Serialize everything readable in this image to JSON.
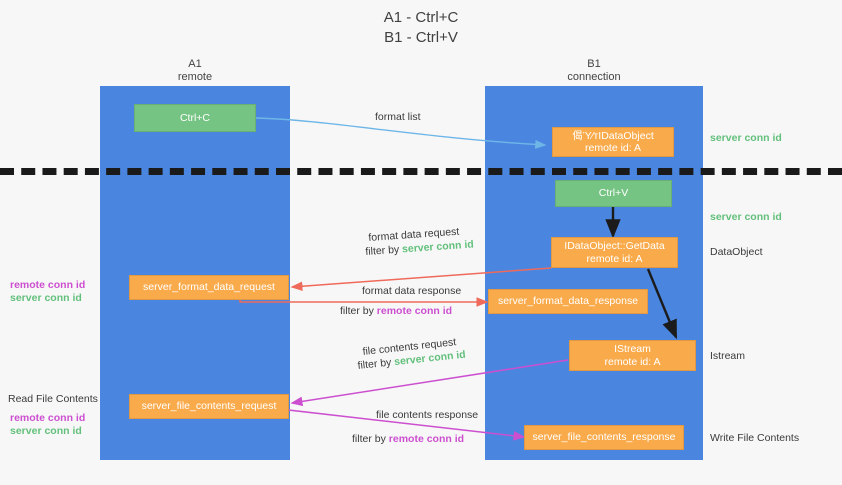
{
  "title": {
    "line1": "A1 - Ctrl+C",
    "line2": "B1 - Ctrl+V"
  },
  "lanes": [
    {
      "name": "A1",
      "sub": "remote",
      "color": "#4a86e0"
    },
    {
      "name": "B1",
      "sub": "connection",
      "color": "#4a86e0"
    }
  ],
  "nodes": {
    "ctrl_c": {
      "line1": "Ctrl+C",
      "line2": "",
      "color": "#76c483"
    },
    "idataobject_create": {
      "line1": "偈Ύ⁄тIDataObject",
      "line2": "remote id: A",
      "color": "#f9ab4c"
    },
    "ctrl_v": {
      "line1": "Ctrl+V",
      "line2": "",
      "color": "#76c483"
    },
    "getdata": {
      "line1": "IDataObject::GetData",
      "line2": "remote id: A",
      "color": "#f9ab4c"
    },
    "format_data_request": {
      "line1": "server_format_data_request",
      "line2": "",
      "color": "#f9ab4c"
    },
    "format_data_response": {
      "line1": "server_format_data_response",
      "line2": "",
      "color": "#f9ab4c"
    },
    "istream": {
      "line1": "IStream",
      "line2": "remote id: A",
      "color": "#f9ab4c"
    },
    "file_contents_request": {
      "line1": "server_file_contents_request",
      "line2": "",
      "color": "#f9ab4c"
    },
    "file_contents_response": {
      "line1": "server_file_contents_response",
      "line2": "",
      "color": "#f9ab4c"
    }
  },
  "edges": {
    "format_list": {
      "label": "format list"
    },
    "format_data_request": {
      "label": "format data request",
      "filter_prefix": "filter by ",
      "filter_key": "server conn id",
      "filter_color": "#63c07c"
    },
    "format_data_response": {
      "label": "format data response",
      "filter_prefix": "filter by ",
      "filter_key": "remote conn id",
      "filter_color": "#cc4fd0"
    },
    "file_contents_request": {
      "label": "file contents request",
      "filter_prefix": "filter by ",
      "filter_key": "server conn id",
      "filter_color": "#63c07c"
    },
    "file_contents_response": {
      "label": "file contents response",
      "filter_prefix": "filter by ",
      "filter_key": "remote conn id",
      "filter_color": "#cc4fd0"
    }
  },
  "annotations": {
    "right_server_conn_top": "server conn id",
    "right_server_conn_mid": "server conn id",
    "right_dataobject": "DataObject",
    "right_istream": "Istream",
    "right_write_file_contents": "Write File Contents",
    "left_remote_conn_mid": "remote conn id",
    "left_server_conn_mid": "server conn id",
    "left_read_file_contents": "Read File Contents",
    "left_remote_conn_bottom": "remote conn id",
    "left_server_conn_bottom": "server conn id"
  },
  "colors": {
    "lane": "#4a86e0",
    "orange": "#f9ab4c",
    "green_node": "#76c483",
    "green_text": "#63c07c",
    "magenta": "#cc4fd0",
    "blue_arrow": "#6fb6e8",
    "red_arrow": "#ef6a5a",
    "black_arrow": "#1b1b1b",
    "background": "#f7f7f7",
    "divider": "#1a1a1a"
  }
}
